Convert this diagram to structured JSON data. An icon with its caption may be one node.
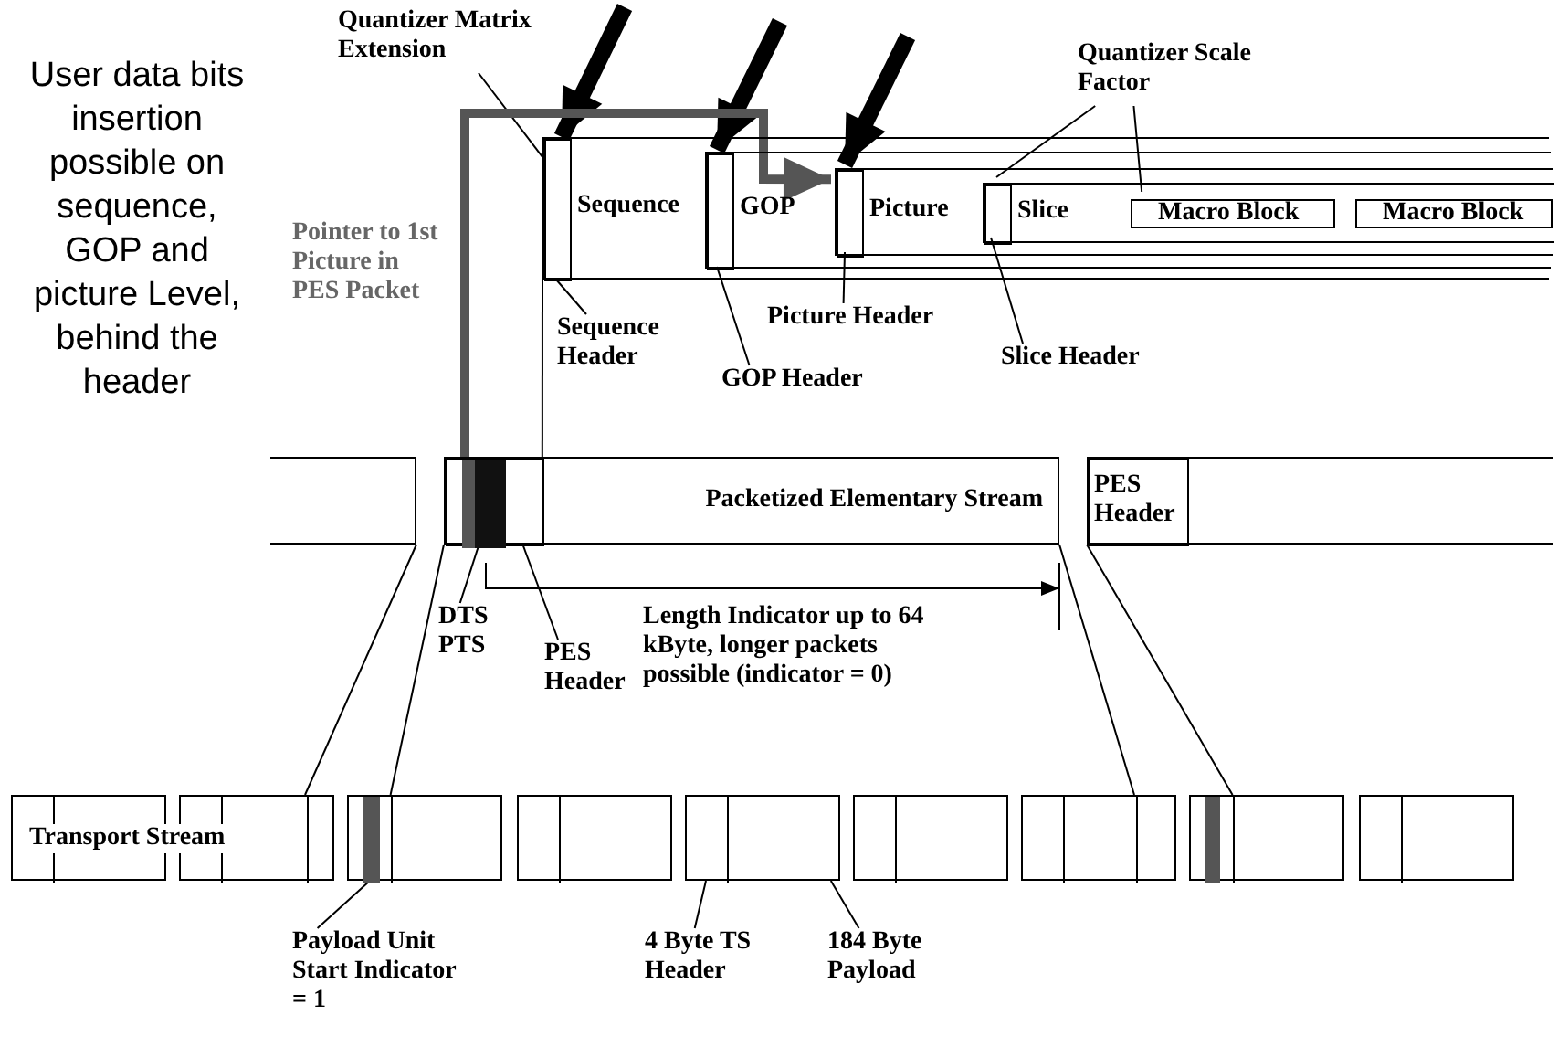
{
  "diagram": {
    "nodes": [
      {
        "text": [
          "Sequence"
        ]
      },
      {
        "text": [],
        "shape": "box",
        "in": 0
      },
      {
        "text": [
          "GOP"
        ],
        "in": 0
      },
      {
        "text": [],
        "shape": "box",
        "in": 2
      },
      {
        "text": [
          "Picture"
        ],
        "in": 2
      },
      {
        "text": [],
        "shape": "box",
        "in": 4
      },
      {
        "text": [
          "Slice"
        ],
        "in": 4
      },
      {
        "text": [],
        "shape": "box",
        "in": 6
      },
      {
        "text": [
          "Macro Block"
        ],
        "in": 6
      },
      {
        "text": [
          "Macro Block"
        ],
        "in": 6
      },
      {
        "text": [
          "Quantizer Matrix Extension"
        ]
      },
      {
        "text": [
          "Sequence Header"
        ]
      },
      {
        "text": [
          "GOP Header"
        ]
      },
      {
        "text": [
          "Picture Header"
        ]
      },
      {
        "text": [
          "Slice Header"
        ]
      },
      {
        "text": [
          "Quantizer Scale Factor"
        ]
      },
      {
        "text": [],
        "shape": "box"
      },
      {
        "text": [
          "Packetized Elementary Stream"
        ]
      },
      {
        "text": [],
        "shape": "box",
        "in": 17
      },
      {
        "text": [],
        "shape": "bar",
        "in": 18
      },
      {
        "text": [],
        "shape": "bar",
        "in": 18
      },
      {
        "text": [],
        "shape": "box"
      },
      {
        "text": [
          "PES Header"
        ],
        "in": 21
      },
      {
        "text": [
          "DTS PTS"
        ]
      },
      {
        "text": [
          "PES Header"
        ]
      },
      {
        "text": [],
        "shape": "box"
      },
      {
        "text": [],
        "shape": "box"
      },
      {
        "text": [],
        "shape": "box"
      },
      {
        "text": [],
        "shape": "box"
      },
      {
        "text": [],
        "shape": "box"
      },
      {
        "text": [],
        "shape": "box"
      },
      {
        "text": [],
        "shape": "box"
      },
      {
        "text": [],
        "shape": "box"
      },
      {
        "text": [],
        "shape": "box"
      },
      {
        "text": [],
        "shape": "box",
        "in": 25
      },
      {
        "text": [],
        "shape": "box",
        "in": 26
      },
      {
        "text": [],
        "shape": "box",
        "in": 27
      },
      {
        "text": [],
        "shape": "box",
        "in": 28
      },
      {
        "text": [],
        "shape": "box",
        "in": 29
      },
      {
        "text": [],
        "shape": "box",
        "in": 30
      },
      {
        "text": [],
        "shape": "box",
        "in": 31
      },
      {
        "text": [],
        "shape": "box",
        "in": 32
      },
      {
        "text": [],
        "shape": "box",
        "in": 33
      },
      {
        "text": [],
        "shape": "bar",
        "in": 36
      },
      {
        "text": [],
        "shape": "bar",
        "in": 41
      },
      {
        "text": [],
        "shape": "box",
        "in": 26
      },
      {
        "text": [],
        "shape": "box",
        "in": 31
      },
      {
        "text": [
          "Payload Unit Start Indicator = 1"
        ]
      },
      {
        "text": [
          "4 Byte TS Header"
        ]
      },
      {
        "text": [
          "184 Byte Payload"
        ]
      }
    ],
    "edges": [
      {
        "from": 10,
        "to": 1,
        "arrow": "none"
      },
      {
        "from": 11,
        "to": 1,
        "arrow": "none"
      },
      {
        "from": 12,
        "to": 3,
        "arrow": "none"
      },
      {
        "from": 13,
        "to": 5,
        "arrow": "none"
      },
      {
        "from": 14,
        "to": 7,
        "arrow": "none"
      },
      {
        "from": 15,
        "to": 7,
        "arrow": "none"
      },
      {
        "from": 15,
        "to": 8,
        "arrow": "none"
      },
      {
        "from": 23,
        "to": 20,
        "arrow": "none"
      },
      {
        "from": 24,
        "to": 18,
        "arrow": "none"
      },
      {
        "from": 47,
        "to": 43,
        "arrow": "none"
      },
      {
        "from": 48,
        "to": 38,
        "arrow": "none"
      },
      {
        "from": 49,
        "to": 29,
        "arrow": "none"
      },
      {
        "from": null,
        "to": 1,
        "arrow": "to",
        "style": "thick"
      },
      {
        "from": null,
        "to": 3,
        "arrow": "to",
        "style": "thick"
      },
      {
        "from": null,
        "to": 5,
        "arrow": "to",
        "style": "thick"
      },
      {
        "from": 19,
        "to": 5,
        "arrow": "to",
        "style": "thick",
        "color": "#555555"
      },
      {
        "from": 0,
        "to": 17,
        "arrow": "none"
      },
      {
        "from": 16,
        "to": 45,
        "arrow": "none"
      },
      {
        "from": 17,
        "to": 27,
        "arrow": "none"
      },
      {
        "from": 17,
        "to": 46,
        "arrow": "none"
      },
      {
        "from": 21,
        "to": 32,
        "arrow": "none"
      }
    ],
    "labels": [
      "User data bits insertion possible on sequence, GOP and picture Level, behind the header",
      "Pointer to 1st Picture in PES Packet",
      "Length Indicator up to 64 kByte, longer packets possible (indicator = 0)",
      "Transport Stream"
    ]
  }
}
